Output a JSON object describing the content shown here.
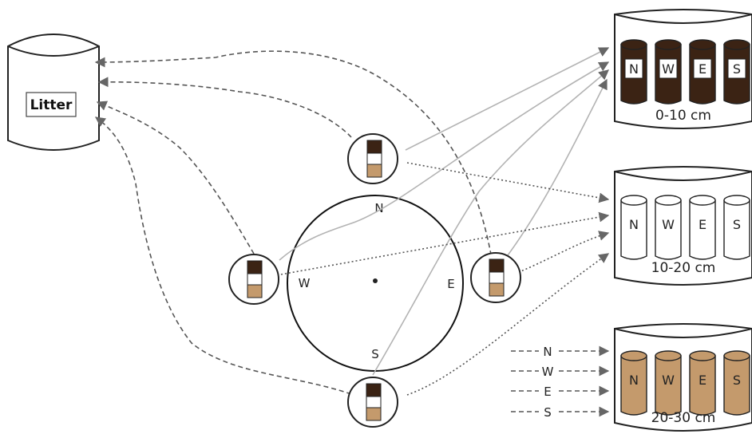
{
  "litter": {
    "label": "Litter"
  },
  "compass": {
    "n": "N",
    "w": "W",
    "e": "E",
    "s": "S"
  },
  "bins": [
    {
      "id": "0-10",
      "label": "0-10 cm",
      "core_color": "#3b2314",
      "letters": [
        "N",
        "W",
        "E",
        "S"
      ]
    },
    {
      "id": "10-20",
      "label": "10-20 cm",
      "core_color": "#ffffff",
      "letters": [
        "N",
        "W",
        "E",
        "S"
      ]
    },
    {
      "id": "20-30",
      "label": "20-30 cm",
      "core_color": "#c49a6c",
      "letters": [
        "N",
        "W",
        "E",
        "S"
      ]
    }
  ],
  "legend": [
    "N",
    "W",
    "E",
    "S"
  ],
  "layer_colors": {
    "top": "#3b2314",
    "middle": "#ffffff",
    "bottom": "#c49a6c"
  }
}
